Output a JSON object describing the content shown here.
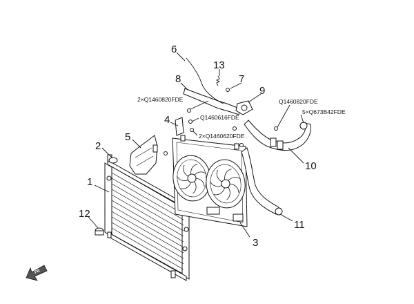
{
  "callouts": [
    {
      "id": "1",
      "text": "1"
    },
    {
      "id": "2",
      "text": "2"
    },
    {
      "id": "3",
      "text": "3"
    },
    {
      "id": "4",
      "text": "4"
    },
    {
      "id": "5",
      "text": "5"
    },
    {
      "id": "6",
      "text": "6"
    },
    {
      "id": "7",
      "text": "7"
    },
    {
      "id": "8",
      "text": "8"
    },
    {
      "id": "9",
      "text": "9"
    },
    {
      "id": "10",
      "text": "10"
    },
    {
      "id": "11",
      "text": "11"
    },
    {
      "id": "12",
      "text": "12"
    },
    {
      "id": "13",
      "text": "13"
    }
  ],
  "fastener_codes": {
    "c1": "2×Q1460820FDE",
    "c2": "Q1460616FDE",
    "c3": "2×Q1460620FDE",
    "c4": "Q1460820FDE",
    "c5": "5×Q673B42FDE"
  },
  "direction_badge": "FR"
}
